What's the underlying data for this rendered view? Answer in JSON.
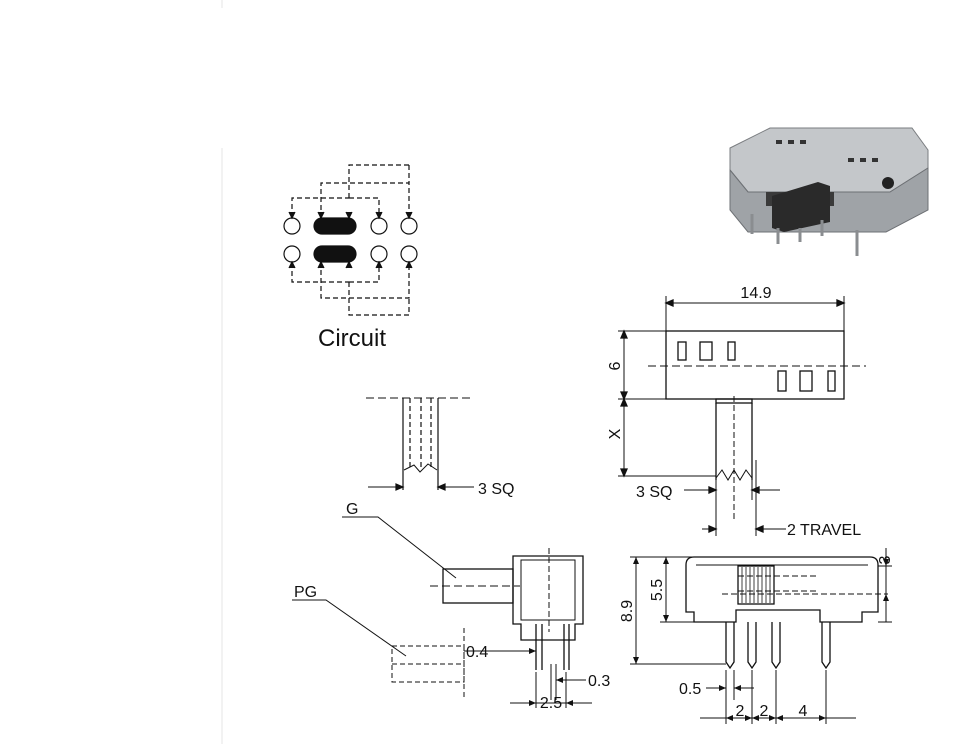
{
  "circuit": {
    "title": "Circuit"
  },
  "dimensions": {
    "width": "14.9",
    "height": "6",
    "stem_length": "X",
    "stem_sq_top": "3 SQ",
    "stem_sq_side": "3 SQ",
    "travel": "2 TRAVEL",
    "body_height": "5.5",
    "total_height": "8.9",
    "offset": "3",
    "pin_width": "0.5",
    "pitch_1": "2",
    "pitch_2": "2",
    "pitch_3": "4",
    "side_04": "0.4",
    "side_03": "0.3",
    "side_25": "2.5"
  },
  "callouts": {
    "g": "G",
    "pg": "PG"
  },
  "colors": {
    "ink": "#111111",
    "photo_body": "#b9bcbf",
    "photo_dark": "#2a2a2a"
  }
}
